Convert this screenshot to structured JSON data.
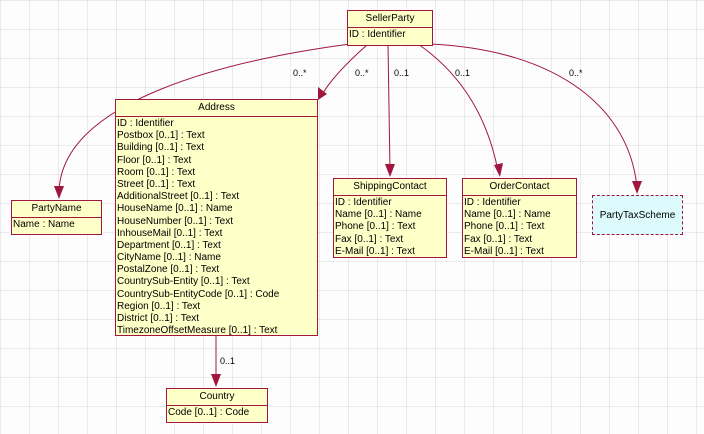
{
  "classes": {
    "seller_party": {
      "name": "SellerParty",
      "attributes": [
        "ID : Identifier"
      ]
    },
    "party_name": {
      "name": "PartyName",
      "attributes": [
        "Name : Name"
      ]
    },
    "address": {
      "name": "Address",
      "attributes": [
        "ID : Identifier",
        "Postbox [0..1] : Text",
        "Building [0..1] : Text",
        "Floor [0..1] : Text",
        "Room [0..1] : Text",
        "Street [0..1] : Text",
        "AdditionalStreet [0..1] : Text",
        "HouseName [0..1] : Name",
        "HouseNumber [0..1] : Text",
        "InhouseMail [0..1] : Text",
        "Department [0..1] : Text",
        "CityName [0..1] : Name",
        "PostalZone [0..1] : Text",
        "CountrySub-Entity [0..1] : Text",
        "CountrySub-EntityCode [0..1] : Code",
        "Region [0..1] : Text",
        "District [0..1] : Text",
        "TimezoneOffsetMeasure [0..1] : Text"
      ]
    },
    "shipping_contact": {
      "name": "ShippingContact",
      "attributes": [
        "ID : Identifier",
        "Name [0..1] : Name",
        "Phone [0..1] : Text",
        "Fax [0..1] : Text",
        "E-Mail [0..1] : Text"
      ]
    },
    "order_contact": {
      "name": "OrderContact",
      "attributes": [
        "ID : Identifier",
        "Name [0..1] : Name",
        "Phone [0..1] : Text",
        "Fax [0..1] : Text",
        "E-Mail [0..1] : Text"
      ]
    },
    "party_tax_scheme": {
      "name": "PartyTaxScheme"
    },
    "country": {
      "name": "Country",
      "attributes": [
        "Code [0..1] : Code"
      ]
    }
  },
  "multiplicities": {
    "party_name": "0..*",
    "address": "0..*",
    "shipping_contact": "0..1",
    "order_contact": "0..1",
    "party_tax_scheme": "0..*",
    "country": "0..1"
  },
  "colors": {
    "line": "#a0163e",
    "class_fill": "#ffffc8",
    "external_fill": "#ddfbfc"
  }
}
